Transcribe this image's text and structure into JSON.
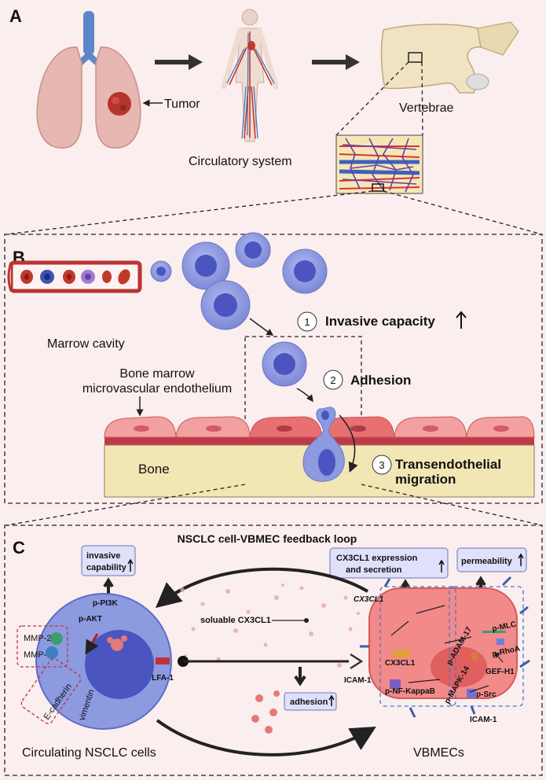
{
  "panel_a": {
    "letter": "A",
    "tumor_label": "Tumor",
    "circulatory_label": "Circulatory system",
    "vertebrae_label": "Vertebrae"
  },
  "panel_b": {
    "letter": "B",
    "marrow_cavity": "Marrow cavity",
    "endothelium_line1": "Bone marrow",
    "endothelium_line2": "microvascular endothelium",
    "bone": "Bone",
    "steps": [
      {
        "num": "1",
        "label": "Invasive capacity"
      },
      {
        "num": "2",
        "label": "Adhesion"
      },
      {
        "num": "3",
        "label_line1": "Transendothelial",
        "label_line2": "migration"
      }
    ]
  },
  "panel_c": {
    "letter": "C",
    "title": "NSCLC cell-VBMEC feedback loop",
    "invasive_line1": "invasive",
    "invasive_line2": "capability",
    "cx3cl1_line1": "CX3CL1 expression",
    "cx3cl1_line2": "and secretion",
    "permeability": "permeability",
    "adhesion": "adhesion",
    "soluble": "soluable CX3CL1",
    "tumor_labels": {
      "pi3k": "p-PI3K",
      "akt": "p-AKT",
      "mmp2": "MMP-2",
      "mmp9": "MMP-9",
      "ecadherin": "E-cadherin",
      "vimentin": "vimentin",
      "lfa1": "LFA-1"
    },
    "endo_labels": {
      "cx3cl1_top": "CX3CL1",
      "cx3cl1_mid": "CX3CL1",
      "nfkb": "p-NF-KappaB",
      "icam1_left": "ICAM-1",
      "icam1_bottom": "ICAM-1",
      "adam17": "p-ADAM-17",
      "mapk14": "p-MAPK-14",
      "mlc": "p-MLC",
      "rhoa": "p-RhoA",
      "gefh1": "GEF-H1",
      "src": "p-Src"
    },
    "nsclc_cells": "Circulating NSCLC cells",
    "vbmecs": "VBMECs"
  },
  "colors": {
    "background": "#fbeeee",
    "cell_fill": "#8c9ae0",
    "nucleus": "#4a55c0",
    "endothelial": "#f08a8a",
    "bone": "#f3e6b5",
    "label_box": "#dfe0fa"
  }
}
